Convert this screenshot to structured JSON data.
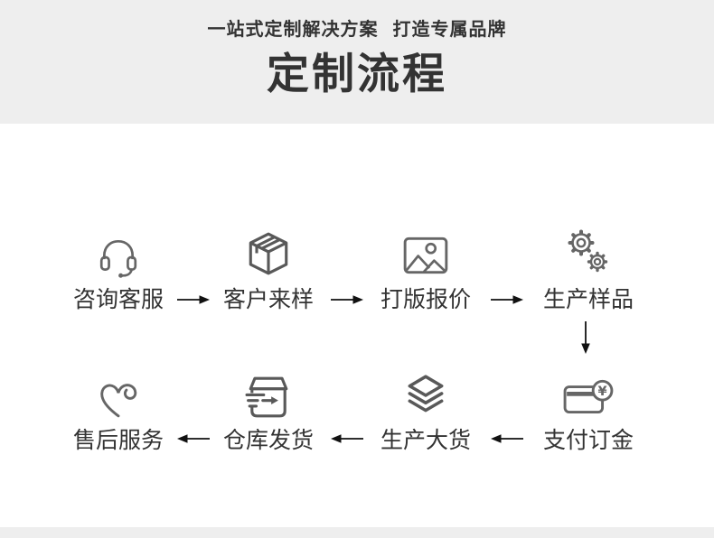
{
  "header": {
    "subtitle": "一站式定制解决方案  打造专属品牌",
    "title": "定制流程"
  },
  "flow": {
    "row1": {
      "direction": "left-to-right",
      "steps": [
        {
          "label": "咨询客服",
          "icon": "headset-icon"
        },
        {
          "label": "客户来样",
          "icon": "package-box-icon"
        },
        {
          "label": "打版报价",
          "icon": "image-quote-icon"
        },
        {
          "label": "生产样品",
          "icon": "gears-icon"
        }
      ]
    },
    "connector_icon": "down-arrow-icon",
    "row2": {
      "direction": "right-to-left",
      "steps": [
        {
          "label": "售后服务",
          "icon": "heart-icon"
        },
        {
          "label": "仓库发货",
          "icon": "fast-shipping-icon"
        },
        {
          "label": "生产大货",
          "icon": "layers-icon"
        },
        {
          "label": "支付订金",
          "icon": "card-yen-icon"
        }
      ]
    },
    "yen_symbol": "¥"
  },
  "colors": {
    "banner_bg": "#eeeeee",
    "text_dark": "#333333",
    "icon_gray": "#666666",
    "icon_dark_gray": "#595959",
    "arrow_black": "#111111"
  }
}
